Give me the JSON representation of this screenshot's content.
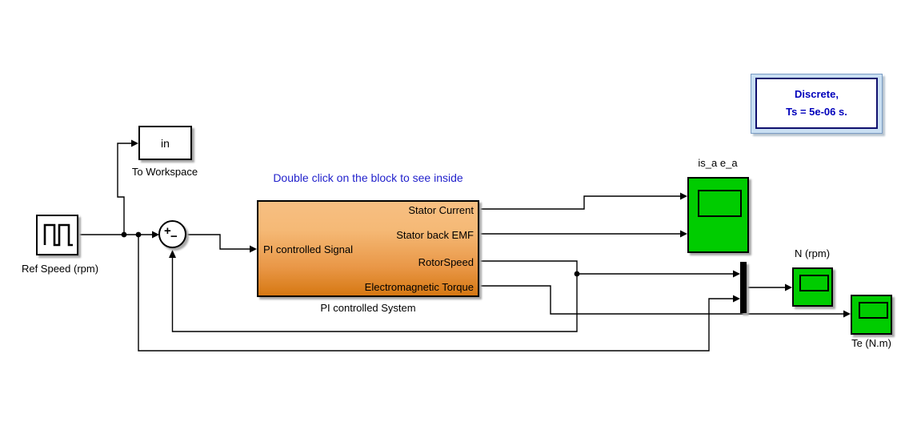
{
  "colors": {
    "scope_green": "#00CC00",
    "subsystem_orange_top": "#F7BF82",
    "subsystem_orange_bottom": "#D67812",
    "annotation_blue": "#2222CC",
    "powergui_background": "#C9DFF2",
    "powergui_text_blue": "#0000BB",
    "wire_black": "#000000"
  },
  "blocks": {
    "pulse_generator": {
      "label": "Ref Speed (rpm)",
      "icon": "pulse-waveform-icon"
    },
    "to_workspace": {
      "text": "in",
      "label": "To Workspace"
    },
    "sum": {
      "plus": "+",
      "minus": "−"
    },
    "pi_system": {
      "annotation": "Double click on the block to see inside",
      "input_label": "PI controlled Signal",
      "outputs": [
        "Stator Current",
        "Stator back EMF",
        "RotorSpeed",
        "Electromagnetic Torque"
      ],
      "caption": "PI controlled System"
    },
    "scope_is_ea": {
      "label": "is_a e_a"
    },
    "scope_n": {
      "label": "N (rpm)"
    },
    "scope_te": {
      "label": "Te (N.m)"
    },
    "mux": {
      "inputs": 2
    },
    "powergui": {
      "line1": "Discrete,",
      "line2": "Ts = 5e-06 s."
    }
  }
}
